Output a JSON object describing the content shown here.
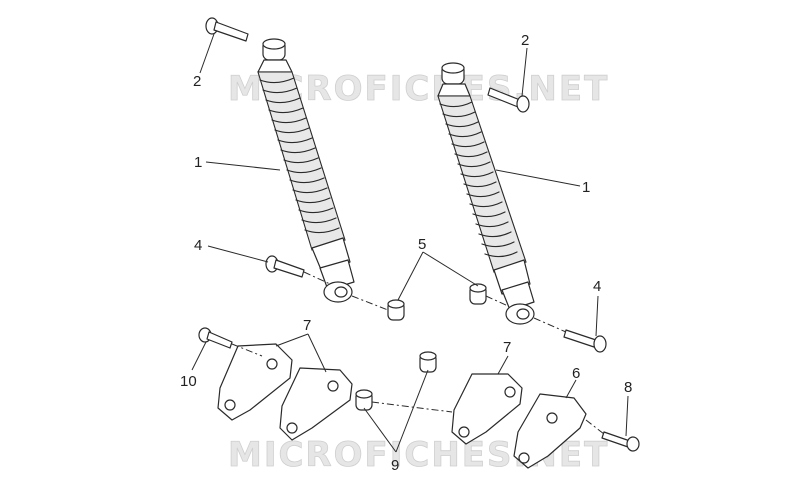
{
  "watermark": {
    "text": "MICROFICHES.NET"
  },
  "callouts": [
    {
      "id": "c1a",
      "label": "1"
    },
    {
      "id": "c1b",
      "label": "1"
    },
    {
      "id": "c2a",
      "label": "2"
    },
    {
      "id": "c2b",
      "label": "2"
    },
    {
      "id": "c4a",
      "label": "4"
    },
    {
      "id": "c4b",
      "label": "4"
    },
    {
      "id": "c5",
      "label": "5"
    },
    {
      "id": "c6",
      "label": "6"
    },
    {
      "id": "c7a",
      "label": "7"
    },
    {
      "id": "c7b",
      "label": "7"
    },
    {
      "id": "c8",
      "label": "8"
    },
    {
      "id": "c9",
      "label": "9"
    },
    {
      "id": "c10",
      "label": "10"
    }
  ],
  "colors": {
    "line": "#2a2a2a",
    "watermark": "#e6e6e6",
    "background": "#ffffff"
  }
}
